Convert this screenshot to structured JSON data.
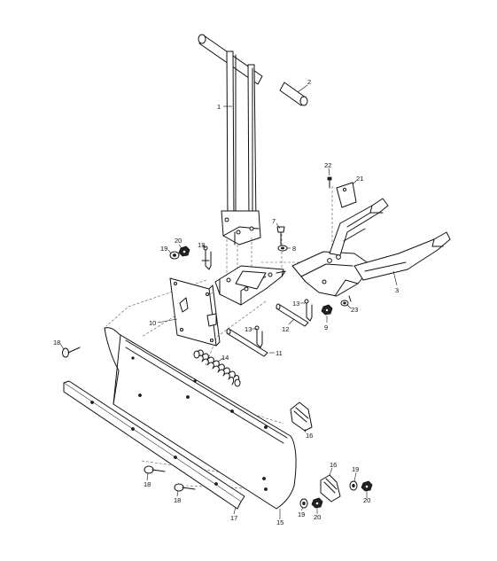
{
  "labels": {
    "c1": "1",
    "c2": "2",
    "c3": "3",
    "c7": "7",
    "c8": "8",
    "c9": "9",
    "c10": "10",
    "c11": "11",
    "c12": "12",
    "c13a": "13",
    "c13b": "13",
    "c13c": "13",
    "c14": "14",
    "c15": "15",
    "c16a": "16",
    "c16b": "16",
    "c17": "17",
    "c18a": "18",
    "c18b": "18",
    "c18c": "18",
    "c19a": "19",
    "c19b": "19",
    "c19c": "19",
    "c20a": "20",
    "c20b": "20",
    "c20c": "20",
    "c21": "21",
    "c22": "22",
    "c23": "23"
  }
}
